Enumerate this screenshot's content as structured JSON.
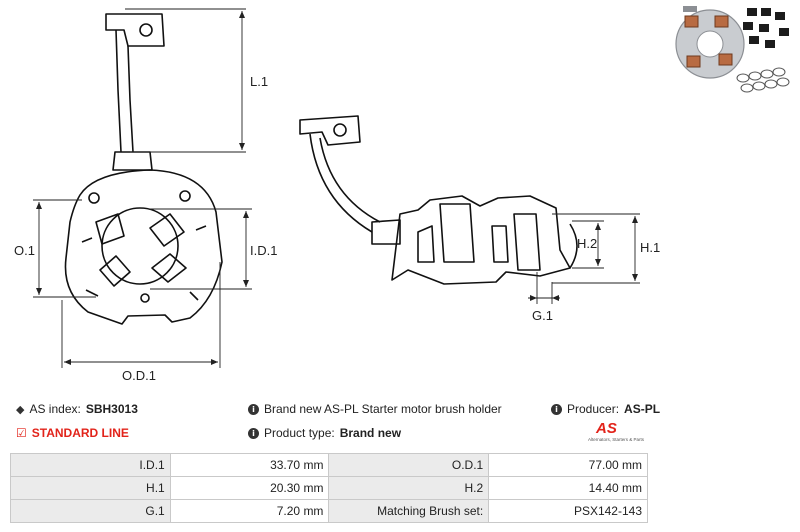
{
  "drawing": {
    "labels": {
      "l1": "L.1",
      "o1": "O.1",
      "id1": "I.D.1",
      "od1": "O.D.1",
      "h1": "H.1",
      "h2": "H.2",
      "g1": "G.1"
    }
  },
  "info": {
    "as_index_label": "AS index:",
    "as_index_value": "SBH3013",
    "description": "Brand new AS-PL Starter motor brush holder",
    "producer_label": "Producer:",
    "producer_value": "AS-PL",
    "standard_line": "STANDARD LINE",
    "product_type_label": "Product type:",
    "product_type_value": "Brand new",
    "logo_mark": "AS",
    "logo_tagline": "Alternators, Starters & Parts"
  },
  "specs": {
    "rows": [
      {
        "k1": "I.D.1",
        "v1": "33.70 mm",
        "k2": "O.D.1",
        "v2": "77.00 mm"
      },
      {
        "k1": "H.1",
        "v1": "20.30 mm",
        "k2": "H.2",
        "v2": "14.40 mm"
      },
      {
        "k1": "G.1",
        "v1": "7.20 mm",
        "k2": "Matching Brush set:",
        "v2": "PSX142-143"
      }
    ]
  },
  "colors": {
    "accent_red": "#e2231a",
    "table_key_bg": "#ebebeb",
    "table_border": "#c9c9c9"
  }
}
